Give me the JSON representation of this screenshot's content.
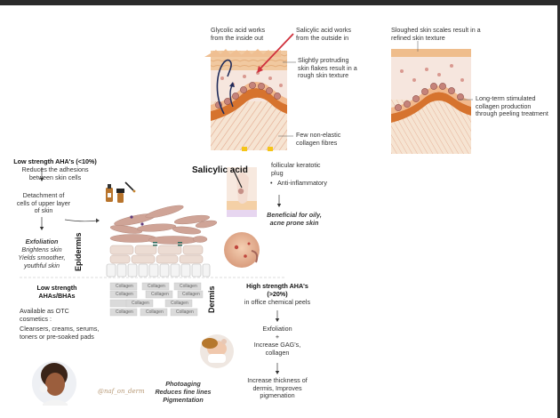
{
  "top_left_panel": {
    "glycolic": "Glycolic acid works from the inside out",
    "salicylic": "Salicylic acid works from the outside in",
    "protruding": "Slightly protruding skin flakes result in a rough skin texture",
    "few_fibres": "Few non-elastic collagen fibres"
  },
  "top_right_panel": {
    "sloughed": "Sloughed skin scales result in a refined skin texture",
    "long_term": "Long-term stimulated collagen production through peeling treatment"
  },
  "low_strength_aha": {
    "heading": "Low strength AHA's (<10%)",
    "reduces": "Reduces the adhesions between skin cells",
    "detachment": "Detachment of cells of upper layer of skin",
    "exfoliation": "Exfoliation",
    "brightens": "Brightens skin",
    "yields": "Yields smoother, youthful skin"
  },
  "salicylic_block": {
    "title": "Salicylic acid",
    "plug": "follicular keratotic plug",
    "bullet_label": "Anti-inflammatory",
    "beneficial": "Beneficial for oily, acne prone skin"
  },
  "layer_labels": {
    "epidermis": "Epidermis",
    "dermis": "Dermis",
    "collagen": "Collagen"
  },
  "otc_block": {
    "heading": "Low strength AHAs/BHAs",
    "available": "Available as OTC cosmetics :",
    "products": "Cleansers, creams, serums, toners or pre-soaked pads"
  },
  "high_strength": {
    "heading": "High strength AHA's (>20%)",
    "sub": "in office chemical peels",
    "exfoliation": "Exfoliation",
    "plus": "+",
    "increase_gag": "Increase GAG's, collagen",
    "increase_thickness": "Increase thickness of dermis, Improves pigmenation"
  },
  "photoaging": {
    "title": "Photoaging",
    "line1": "Reduces fine lines",
    "line2": "Pigmentation"
  },
  "watermark": "@naf_on_derm",
  "colors": {
    "skin": "#f3ddc6",
    "dermis_band": "#d9732f",
    "cell_fill": "#c98a7a",
    "arrow_red": "#d0313d",
    "arrow_navy": "#1f2b5a",
    "epi_cells": "#cfa497",
    "collagen_tiles": "#d9d9d9"
  }
}
